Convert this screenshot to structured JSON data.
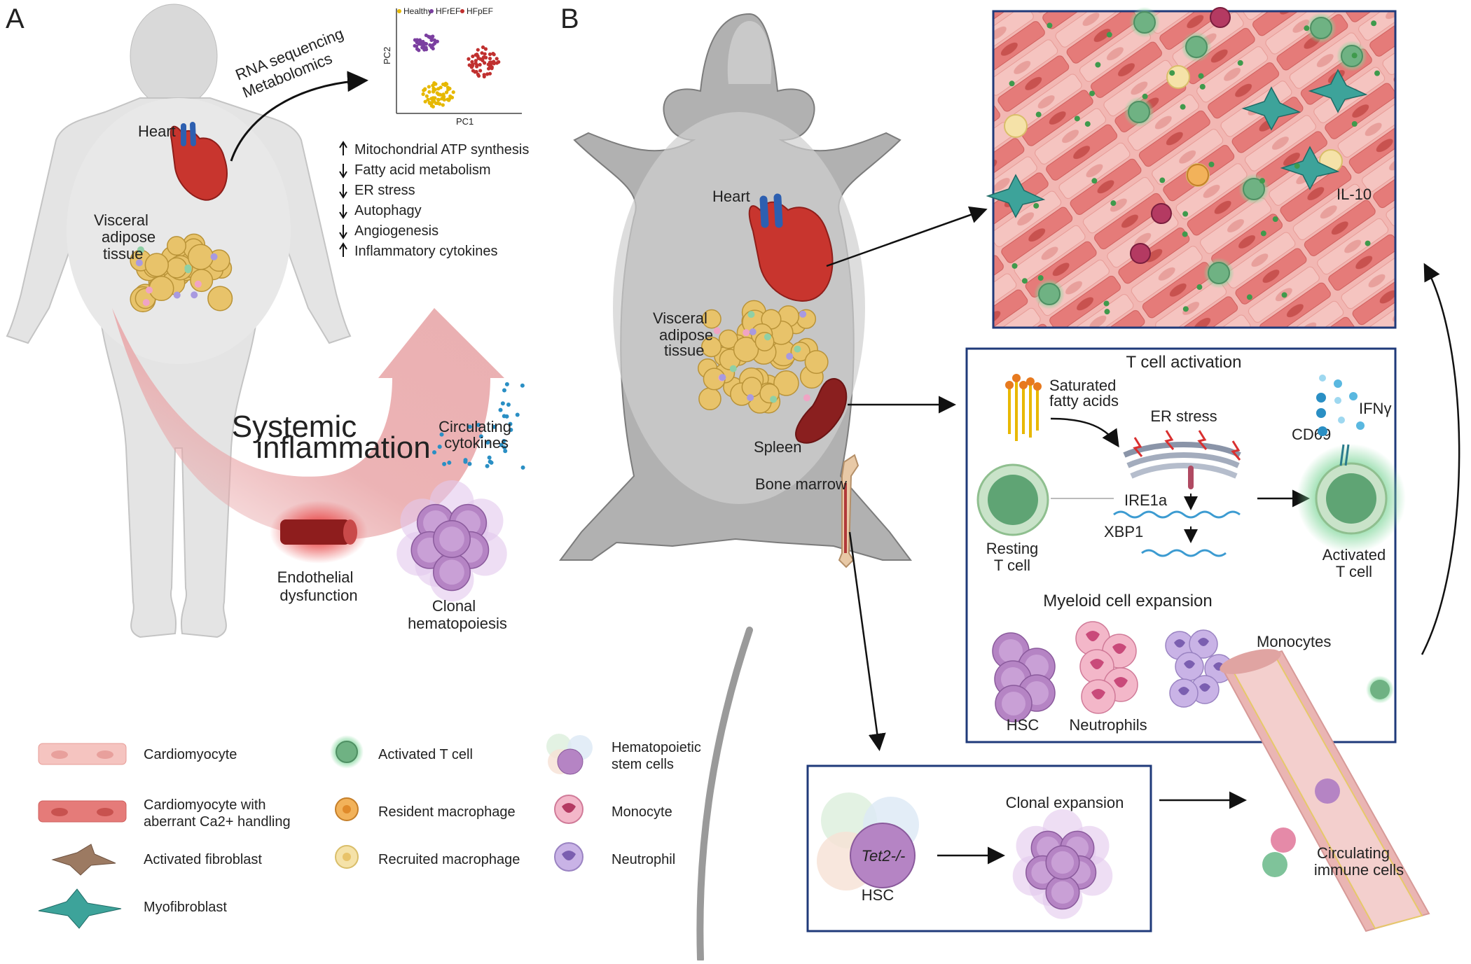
{
  "panel_a": {
    "letter": "A",
    "heart": "Heart",
    "vat": [
      "Visceral",
      "adipose",
      "tissue"
    ],
    "rna": [
      "RNA sequencing",
      "Metabolomics"
    ],
    "pca": {
      "legend": [
        "Healthy",
        "HFrEF",
        "HFpEF"
      ],
      "xlabel": "PC1",
      "ylabel": "PC2"
    },
    "changes": [
      {
        "dir": "up",
        "text": "Mitochondrial ATP synthesis"
      },
      {
        "dir": "down",
        "text": "Fatty acid metabolism"
      },
      {
        "dir": "down",
        "text": "ER stress"
      },
      {
        "dir": "down",
        "text": "Autophagy"
      },
      {
        "dir": "down",
        "text": "Angiogenesis"
      },
      {
        "dir": "up",
        "text": "Inflammatory cytokines"
      }
    ],
    "systemic": [
      "Systemic",
      "inflammation"
    ],
    "cytokines": [
      "Circulating",
      "cytokines"
    ],
    "endothelial": [
      "Endothelial",
      "dysfunction"
    ],
    "clonal": [
      "Clonal",
      "hematopoiesis"
    ]
  },
  "panel_b": {
    "letter": "B",
    "heart": "Heart",
    "vat": [
      "Visceral",
      "adipose",
      "tissue"
    ],
    "spleen": "Spleen",
    "bone_marrow": "Bone marrow",
    "il10": "IL-10",
    "tcell_box": {
      "title": "T cell activation",
      "sfa": [
        "Saturated",
        "fatty acids"
      ],
      "er_stress": "ER stress",
      "ire1a": "IRE1a",
      "xbp1": "XBP1",
      "resting": [
        "Resting",
        "T cell"
      ],
      "activated": [
        "Activated",
        "T cell"
      ],
      "cd69": "CD69",
      "ifng": "IFNγ",
      "myeloid_title": "Myeloid cell expansion",
      "hsc": "HSC",
      "neutrophils": "Neutrophils",
      "monocytes": "Monocytes"
    },
    "clonal_box": {
      "tet2": "Tet2-/-",
      "hsc": "HSC",
      "clonal_expansion": "Clonal expansion"
    },
    "circulating": [
      "Circulating",
      "immune cells"
    ]
  },
  "legend": [
    {
      "label": [
        "Cardiomyocyte"
      ]
    },
    {
      "label": [
        "Cardiomyocyte with",
        "aberrant Ca2+ handling"
      ]
    },
    {
      "label": [
        "Activated fibroblast"
      ]
    },
    {
      "label": [
        "Myofibroblast"
      ]
    },
    {
      "label": [
        "Activated T cell"
      ]
    },
    {
      "label": [
        "Resident macrophage"
      ]
    },
    {
      "label": [
        "Recruited macrophage"
      ]
    },
    {
      "label": [
        "Hematopoietic",
        "stem cells"
      ]
    },
    {
      "label": [
        "Monocyte"
      ]
    },
    {
      "label": [
        "Neutrophil"
      ]
    }
  ],
  "colors": {
    "body": "#e4e4e4",
    "mouse": "#a9a9a9",
    "pink_arrow": "#e9a6a8",
    "box_border": "#1f3a7a",
    "healthy": "#e6b800",
    "hfref": "#7b3fa0",
    "hfpef": "#c0302f",
    "tcell": "#7fc39a",
    "purple_cell": "#b584c4",
    "cytokine": "#2a8fc4"
  }
}
